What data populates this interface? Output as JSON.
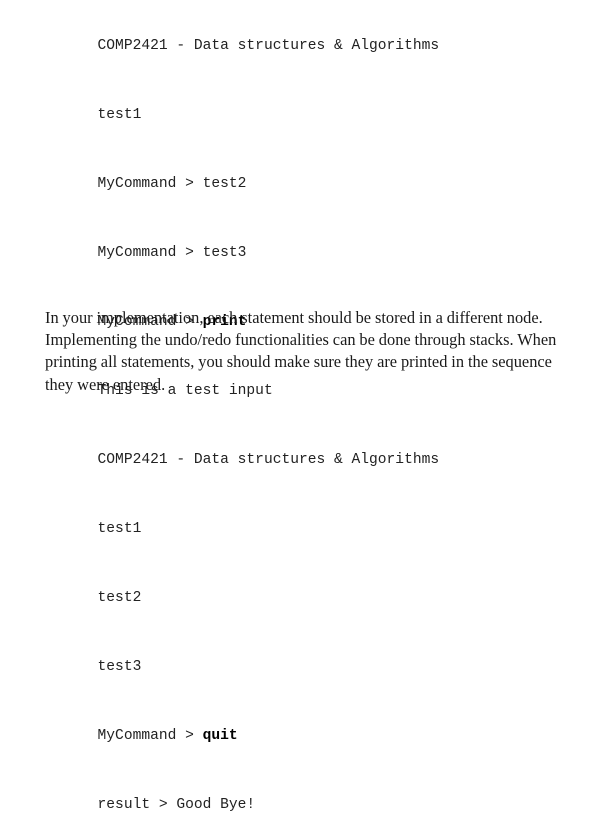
{
  "document": {
    "background_color": "#ffffff",
    "text_color": "#1a1a1a"
  },
  "console": {
    "name": "sample-run-transcript",
    "lines": [
      {
        "text": "COMP2421 - Data structures & Algorithms",
        "bold_suffix": ""
      },
      {
        "text": "test1",
        "bold_suffix": ""
      },
      {
        "text": "MyCommand > test2",
        "bold_suffix": ""
      },
      {
        "text": "MyCommand > test3",
        "bold_suffix": ""
      },
      {
        "text": "MyCommand > ",
        "bold_suffix": "print"
      },
      {
        "text": "This is a test input",
        "bold_suffix": ""
      },
      {
        "text": "COMP2421 - Data structures & Algorithms",
        "bold_suffix": ""
      },
      {
        "text": "test1",
        "bold_suffix": ""
      },
      {
        "text": "test2",
        "bold_suffix": ""
      },
      {
        "text": "test3",
        "bold_suffix": ""
      },
      {
        "text": "MyCommand > ",
        "bold_suffix": "quit"
      },
      {
        "text": "result > Good Bye!",
        "bold_suffix": ""
      }
    ]
  },
  "prose": {
    "paragraph": "In your implementation, each statement should be stored in a different node. Implementing the undo/redo functionalities can be done through stacks. When printing all statements, you should make sure they are printed in the sequence they were entered."
  }
}
